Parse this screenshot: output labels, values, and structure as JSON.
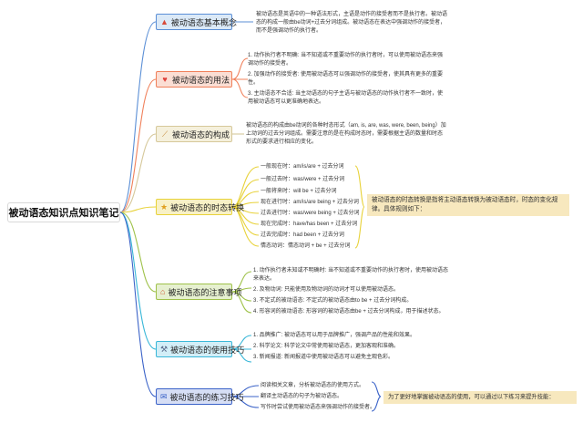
{
  "title": "被动语态知识点知识笔记",
  "branches": [
    {
      "label": "被动语态基本概念",
      "icon": "tent-icon",
      "color": "#5b8fd6",
      "desc": [
        "被动语态是英语中的一种语法形式，主语是动作的接受者而不是执行者。被动语态的构成一般由be动词+过去分词组成。被动语态在表达中强调动作的接受者，而不是强调动作的执行者。"
      ]
    },
    {
      "label": "被动语态的用法",
      "icon": "lips-icon",
      "color": "#f0805a",
      "desc": [
        "1. 动作执行者不明确: 当不知道或不重要动作的执行者时，可以使用被动语态来强调动作的接受者。",
        "2. 加强动作的接受者: 使用被动语态可以强调动作的接受者，使其具有更多的重要性。",
        "3. 主动语态不合适: 当主动语态的句子主语与被动语态的动作执行者不一致时，使用被动语态可以更准确地表达。"
      ]
    },
    {
      "label": "被动语态的构成",
      "icon": "chopsticks-icon",
      "color": "#d6c89a",
      "desc": [
        "被动语态的构成由be动词的各种时态形式（am, is, are, was, were, been, being）加上动词的过去分词组成。需要注意的是在构成时态时，需要根据主语的数量和时态形式的要求进行相应的变化。"
      ]
    },
    {
      "label": "被动语态的时态转换",
      "icon": "star-icon",
      "color": "#e8d23a",
      "subs": [
        "一般现在时：am/is/are + 过去分词",
        "一般过去时：was/were + 过去分词",
        "一般将来时：will be + 过去分词",
        "现在进行时：am/is/are being + 过去分词",
        "过去进行时：was/were being + 过去分词",
        "现在完成时：have/has been + 过去分词",
        "过去完成时：had been + 过去分词",
        "情态动词：情态动词 + be + 过去分词"
      ],
      "note": "被动语态的时态转换是指将主动语态转换为被动语态时，时态的变化规律。具体规则如下："
    },
    {
      "label": "被动语态的注意事项",
      "icon": "home-icon",
      "color": "#9fc24a",
      "desc": [
        "1. 动作执行者未知或不明确时: 当不知道或不重要动作的执行者时，使用被动语态来表达。",
        "2. 及物动词: 只能使用及物动词的动词才可以使用被动语态。",
        "3. 不定式的被动语态: 不定式的被动语态由to be + 过去分词构成。",
        "4. 形容词的被动语态: 形容词的被动语态由be + 过去分词构成，用于描述状态。"
      ]
    },
    {
      "label": "被动语态的使用技巧",
      "icon": "hammer-icon",
      "color": "#39b7d8",
      "desc": [
        "1. 品牌推广: 被动语态可以用于品牌推广，强调产品的性能和效果。",
        "2. 科学论文: 科学论文中常使用被动语态，更加客观和准确。",
        "3. 新闻报道: 新闻报道中使用被动语态可以避免主观色彩。"
      ]
    },
    {
      "label": "被动语态的练习技巧",
      "icon": "chat-icon",
      "color": "#3b63c8",
      "subs": [
        "阅读相关文章，分析被动语态的使用方式。",
        "翻译主动语态的句子为被动语态。",
        "写作时尝试使用被动语态来强调动作的接受者。"
      ],
      "note": "为了更好地掌握被动语态的使用，可以通过以下练习来提升技能："
    }
  ]
}
